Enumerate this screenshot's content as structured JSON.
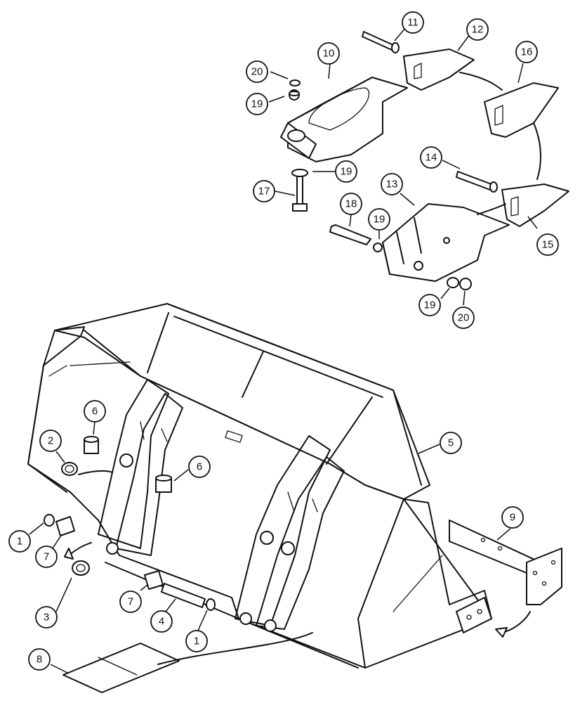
{
  "callouts": [
    {
      "id": "c11a",
      "label": "11"
    },
    {
      "id": "c12a",
      "label": "12"
    },
    {
      "id": "c10a",
      "label": "10"
    },
    {
      "id": "c20a",
      "label": "20"
    },
    {
      "id": "c19a",
      "label": "19"
    },
    {
      "id": "c16a",
      "label": "16"
    },
    {
      "id": "c14a",
      "label": "14"
    },
    {
      "id": "c19b",
      "label": "19"
    },
    {
      "id": "c17a",
      "label": "17"
    },
    {
      "id": "c13a",
      "label": "13"
    },
    {
      "id": "c18a",
      "label": "18"
    },
    {
      "id": "c19c",
      "label": "19"
    },
    {
      "id": "c15a",
      "label": "15"
    },
    {
      "id": "c19d",
      "label": "19"
    },
    {
      "id": "c20b",
      "label": "20"
    },
    {
      "id": "c6a",
      "label": "6"
    },
    {
      "id": "c2a",
      "label": "2"
    },
    {
      "id": "c6b",
      "label": "6"
    },
    {
      "id": "c5a",
      "label": "5"
    },
    {
      "id": "c9a",
      "label": "9"
    },
    {
      "id": "c1a",
      "label": "1"
    },
    {
      "id": "c7a",
      "label": "7"
    },
    {
      "id": "c3a",
      "label": "3"
    },
    {
      "id": "c7b",
      "label": "7"
    },
    {
      "id": "c4a",
      "label": "4"
    },
    {
      "id": "c1b",
      "label": "1"
    },
    {
      "id": "c8a",
      "label": "8"
    }
  ]
}
